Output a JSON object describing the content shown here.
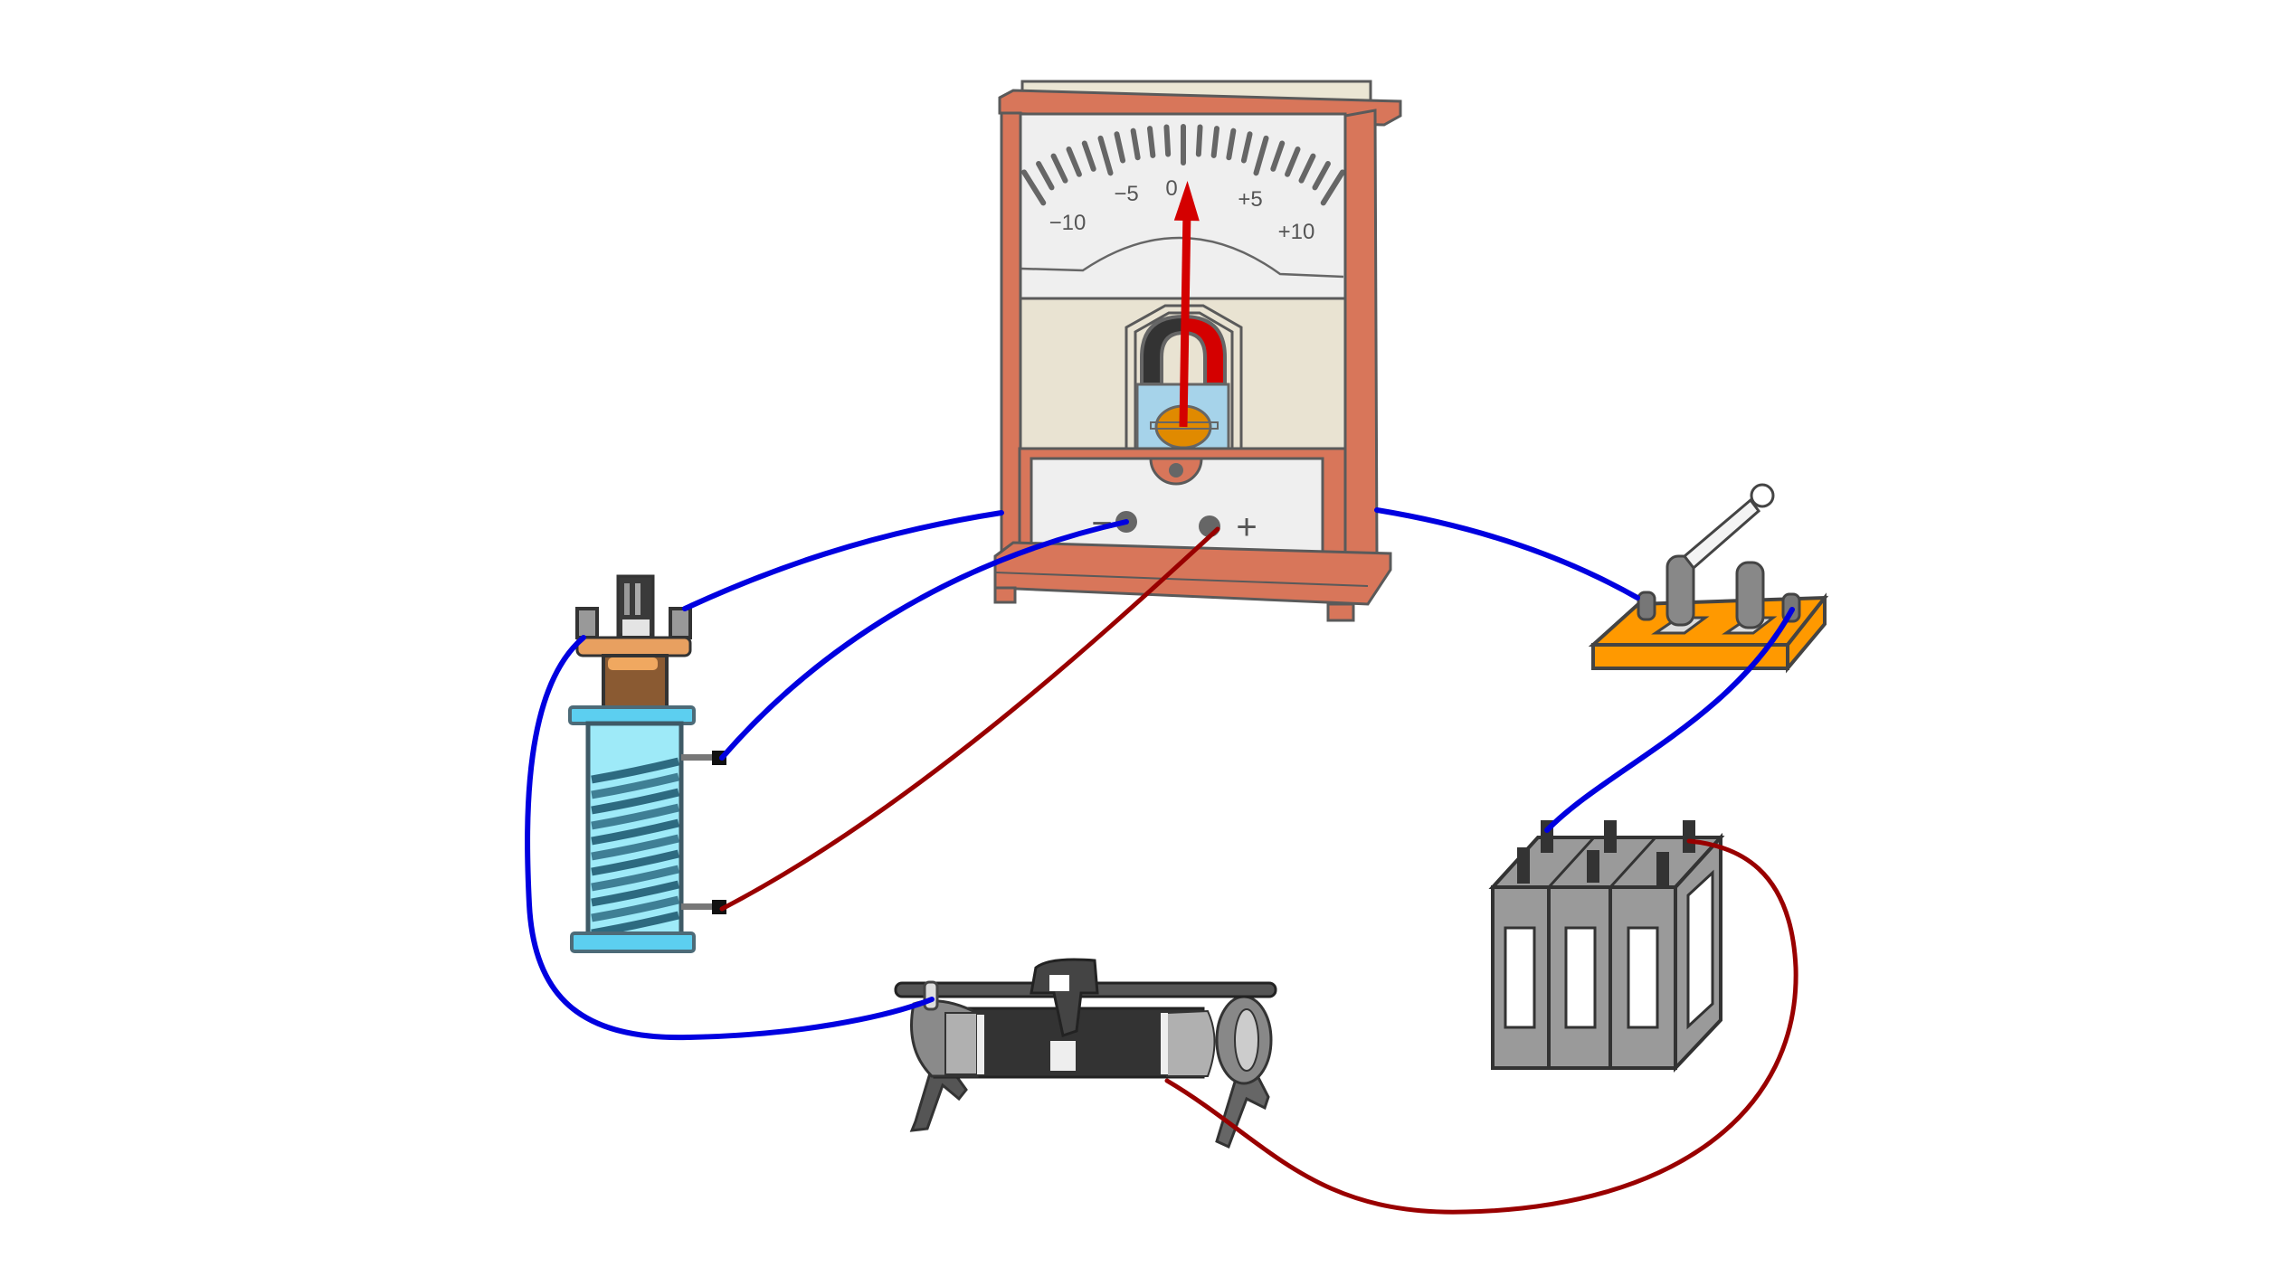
{
  "galvanometer": {
    "scale_labels": [
      "−10",
      "−5",
      "0",
      "+5",
      "+10"
    ],
    "scale_min": -10,
    "scale_max": 10,
    "needle_value": 0.3,
    "terminal_minus": "−",
    "terminal_plus": "+"
  },
  "components": [
    "galvanometer",
    "coil",
    "rheostat",
    "battery",
    "knife-switch"
  ],
  "colors": {
    "frame": "#d8765a",
    "needle": "#d40000",
    "wire_blue": "#0000e0",
    "wire_red": "#990000",
    "switch_base": "#ff9900",
    "coil_tube": "#5bd0f0",
    "battery": "#9a9a9a"
  }
}
